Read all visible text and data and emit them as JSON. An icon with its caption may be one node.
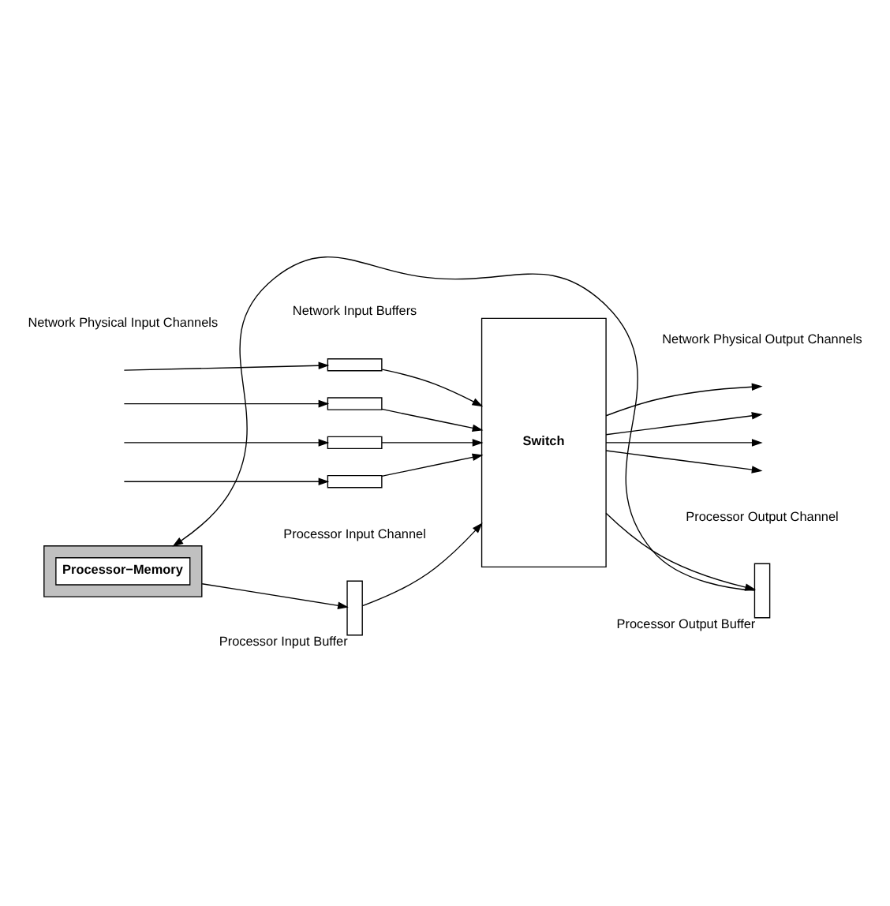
{
  "diagram": {
    "nodes": [
      {
        "text": [
          "Switch"
        ]
      },
      {
        "text": [],
        "shape": "box"
      },
      {
        "text": [],
        "shape": "box"
      },
      {
        "text": [],
        "shape": "box"
      },
      {
        "text": [],
        "shape": "box"
      },
      {
        "text": [],
        "shape": "box",
        "beside": [
          "Processor Input Buffer"
        ]
      },
      {
        "text": [],
        "shape": "box",
        "beside": [
          "Processor Output Buffer"
        ]
      },
      {
        "text": [
          "Processor−Memory"
        ]
      }
    ],
    "edges": [
      {
        "from": null,
        "to": 1,
        "arrow": "to"
      },
      {
        "from": null,
        "to": 2,
        "arrow": "to"
      },
      {
        "from": null,
        "to": 3,
        "arrow": "to"
      },
      {
        "from": null,
        "to": 4,
        "arrow": "to"
      },
      {
        "from": 1,
        "to": 0,
        "arrow": "to"
      },
      {
        "from": 2,
        "to": 0,
        "arrow": "to"
      },
      {
        "from": 3,
        "to": 0,
        "arrow": "to"
      },
      {
        "from": 4,
        "to": 0,
        "arrow": "to"
      },
      {
        "from": 0,
        "to": null,
        "arrow": "to"
      },
      {
        "from": 0,
        "to": null,
        "arrow": "to"
      },
      {
        "from": 0,
        "to": null,
        "arrow": "to"
      },
      {
        "from": 0,
        "to": null,
        "arrow": "to"
      },
      {
        "from": 7,
        "to": 5,
        "arrow": "to"
      },
      {
        "from": 5,
        "to": 0,
        "arrow": "to"
      },
      {
        "from": 0,
        "to": 6,
        "arrow": "to"
      },
      {
        "from": 6,
        "to": 7,
        "arrow": "to"
      }
    ],
    "labels": [
      "Network Physical Input Channels",
      "Network Input Buffers",
      "Network Physical Output Channels",
      "Processor Input Channel",
      "Processor Output Channel"
    ]
  }
}
